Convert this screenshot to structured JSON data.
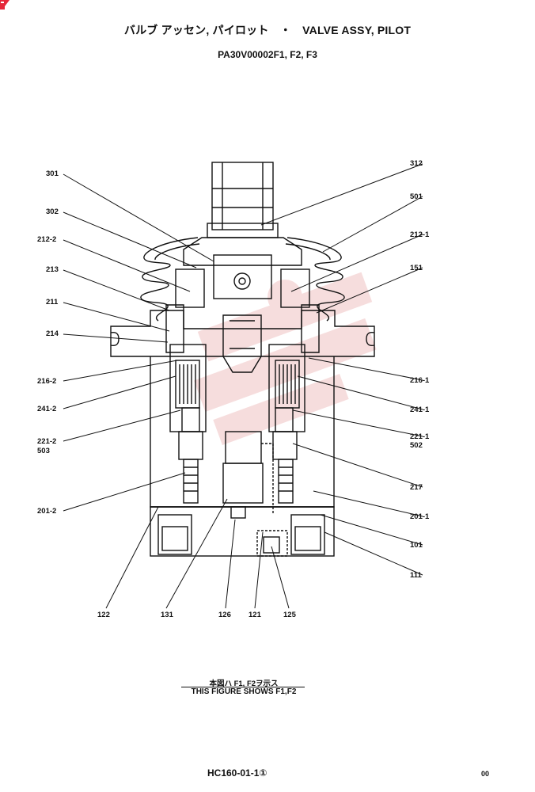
{
  "header": {
    "title": "バルブ アッセン, パイロット　・　VALVE ASSY, PILOT",
    "model_numbers": "PA30V00002F1, F2, F3"
  },
  "labels": {
    "l301": "301",
    "l302": "302",
    "l212_2": "212-2",
    "l213": "213",
    "l211": "211",
    "l214": "214",
    "l216_2": "216-2",
    "l241_2": "241-2",
    "l221_2": "221-2",
    "l503": "503",
    "l201_2": "201-2",
    "l312": "312",
    "l501": "501",
    "l212_1": "212-1",
    "l151": "151",
    "l216_1": "216-1",
    "l241_1": "241-1",
    "l221_1": "221-1",
    "l502": "502",
    "l217": "217",
    "l201_1": "201-1",
    "l101": "101",
    "l111": "111",
    "l122": "122",
    "l131": "131",
    "l126": "126",
    "l121": "121",
    "l125": "125"
  },
  "caption": {
    "japanese": "本図ハ F1, F2ヲ示ス",
    "english": "THIS FIGURE SHOWS  F1,F2"
  },
  "footer": {
    "code": "HC160-01-1①",
    "page": "00"
  },
  "colors": {
    "ink": "#111111",
    "watermark": "#e8a0a0",
    "corner_mark": "#e5283a"
  }
}
